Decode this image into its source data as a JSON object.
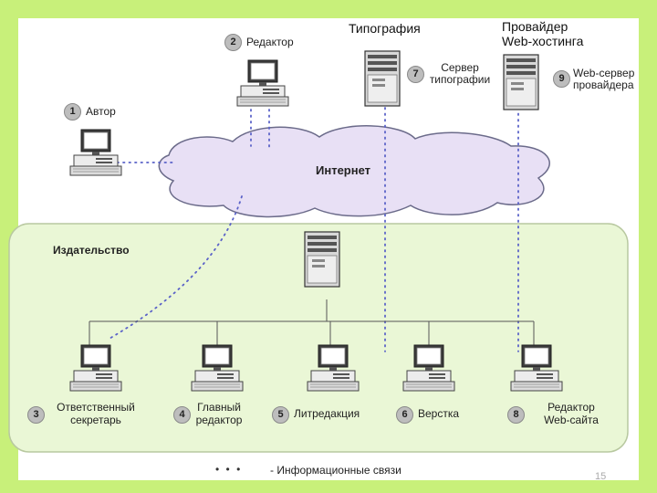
{
  "colors": {
    "background": "#c8f07a",
    "publisher_area": "#eaf7d6",
    "cloud": "#e8e0f5",
    "links": "#5a62c8"
  },
  "internet_label": "Интернет",
  "publisher_label": "Издательство",
  "typography_label": "Типография",
  "provider_label_line1": "Провайдер",
  "provider_label_line2": "Web-хостинга",
  "nodes": {
    "author": {
      "num": "1",
      "label": "Автор"
    },
    "editor": {
      "num": "2",
      "label": "Редактор"
    },
    "secretary": {
      "num": "3",
      "line1": "Ответственный",
      "line2": "секретарь"
    },
    "chief_editor": {
      "num": "4",
      "line1": "Главный",
      "line2": "редактор"
    },
    "literary_editing": {
      "num": "5",
      "label": "Литредакция"
    },
    "layout": {
      "num": "6",
      "label": "Верстка"
    },
    "typography_server": {
      "num": "7",
      "line1": "Сервер",
      "line2": "типографии"
    },
    "site_editor": {
      "num": "8",
      "line1": "Редактор",
      "line2": "Web-сайта"
    },
    "provider_server": {
      "num": "9",
      "line1": "Web-сервер",
      "line2": "провайдера"
    }
  },
  "legend": {
    "symbol": "• • •",
    "text": "- Информационные связи"
  },
  "page_number": "15"
}
